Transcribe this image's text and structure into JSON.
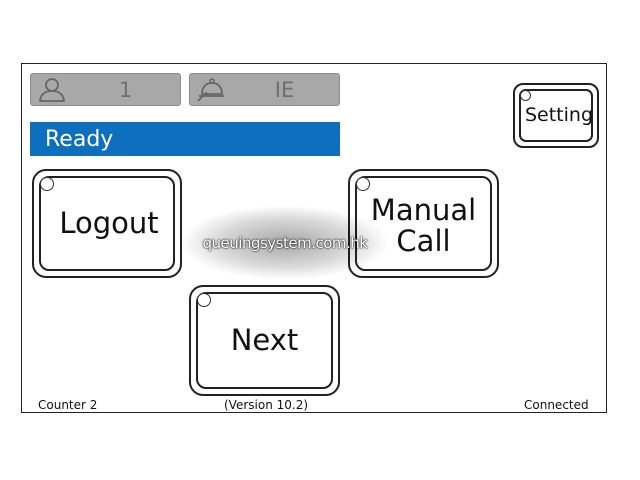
{
  "user_box": {
    "icon": "user-icon",
    "value": "1"
  },
  "service_box": {
    "icon": "service-bell-icon",
    "value": "IE"
  },
  "status": {
    "text": "Ready",
    "color": "#0d6fbe"
  },
  "keys": {
    "logout": "Logout",
    "manual_call_line1": "Manual",
    "manual_call_line2": "Call",
    "next": "Next",
    "setting": "Setting"
  },
  "watermark": "queuingsystem.com.hk",
  "footer": {
    "counter": "Counter 2",
    "version": "(Version 10.2)",
    "connection": "Connected"
  }
}
